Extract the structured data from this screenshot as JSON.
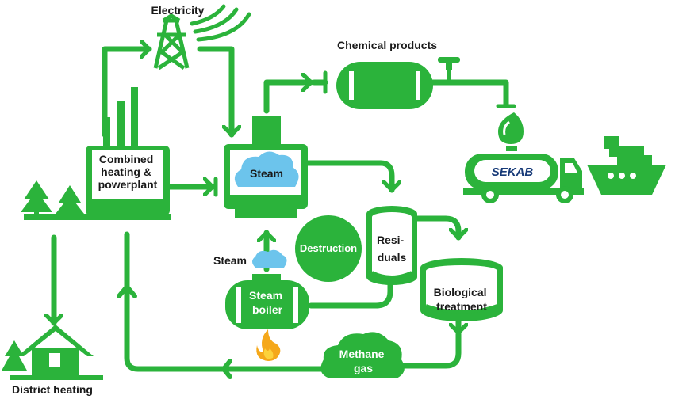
{
  "colors": {
    "green": "#2bb33b",
    "light_blue": "#6cc4ec",
    "flame_orange": "#f5a81a",
    "flame_yellow": "#fcd23b",
    "text_dark": "#1a1a1a",
    "text_light": "#ffffff",
    "sekab_blue": "#173a78"
  },
  "labels": {
    "electricity": "Electricity",
    "chemical_products": "Chemical products",
    "chp_line1": "Combined",
    "chp_line2": "heating &",
    "chp_line3": "powerplant",
    "steam_tank": "Steam",
    "destruction": "Destruction",
    "residuals_line1": "Resi-",
    "residuals_line2": "duals",
    "steam_side": "Steam",
    "steam_boiler_line1": "Steam",
    "steam_boiler_line2": "boiler",
    "biological_line1": "Biological",
    "biological_line2": "treatment",
    "methane_line1": "Methane",
    "methane_line2": "gas",
    "district_heating": "District heating"
  },
  "brand": {
    "truck_logo": "SEKAB"
  },
  "icons": [
    "power-pylon-icon",
    "radio-wave-icon",
    "tree-icon",
    "house-icon",
    "cloud-icon",
    "flame-icon",
    "drop-icon",
    "tap-icon",
    "tanker-truck-icon",
    "ship-icon"
  ]
}
